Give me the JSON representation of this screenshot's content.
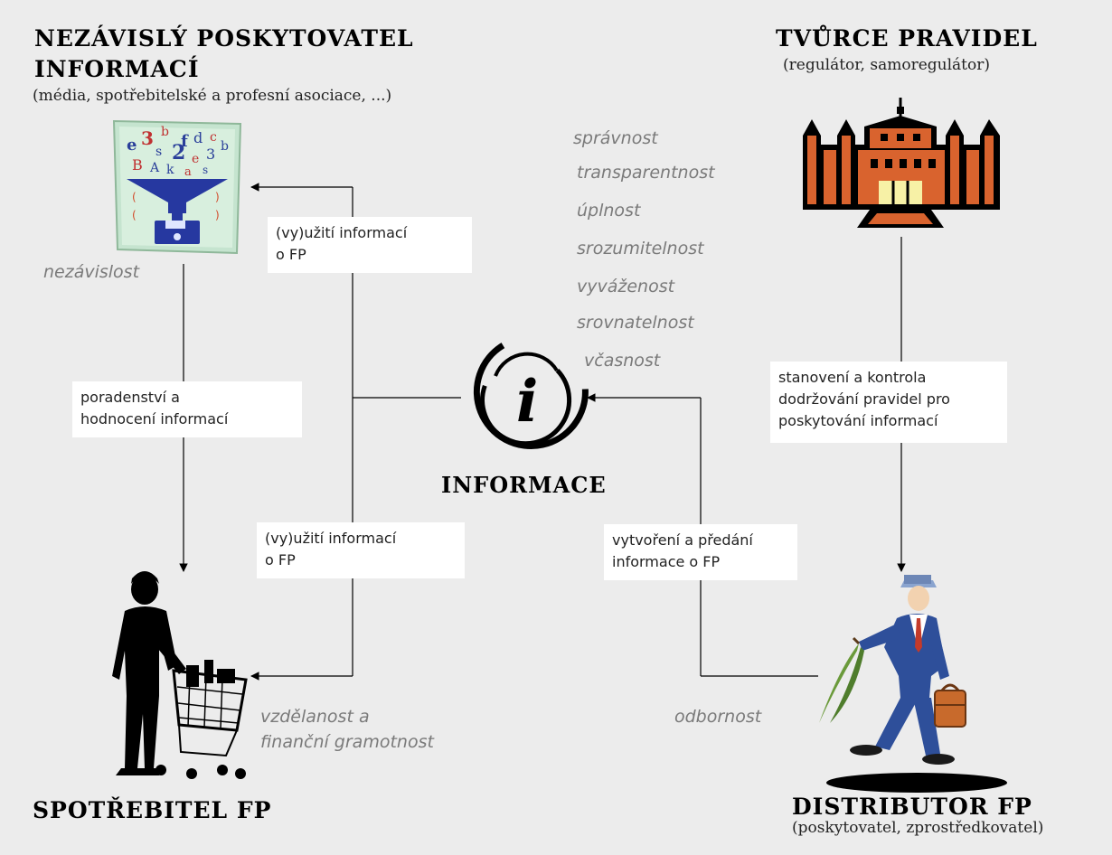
{
  "actors": {
    "independent": {
      "title_line1": "NEZÁVISLÝ POSKYTOVATEL",
      "title_line2": "INFORMACÍ",
      "subtitle": "(média, spotřebitelské a profesní asociace, ...)",
      "quality": "nezávislost"
    },
    "regulator": {
      "title": "TVŮRCE PRAVIDEL",
      "subtitle": "(regulátor, samoregulátor)"
    },
    "consumer": {
      "title": "SPOTŘEBITEL FP",
      "quality_line1": "vzdělanost a",
      "quality_line2": "finanční gramotnost"
    },
    "distributor": {
      "title": "DISTRIBUTOR FP",
      "subtitle": "(poskytovatel, zprostředkovatel)",
      "quality": "odbornost"
    }
  },
  "center": {
    "label": "INFORMACE",
    "icon_letter": "i",
    "qualities": [
      "správnost",
      "transparentnost",
      "úplnost",
      "srozumitelnost",
      "vyváženost",
      "srovnatelnost",
      "včasnost"
    ]
  },
  "boxes": {
    "use_top": {
      "line1": "(vy)užití informací",
      "line2": "o FP"
    },
    "advice": {
      "line1": "poradenství a",
      "line2": "hodnocení informací"
    },
    "use_bottom": {
      "line1": "(vy)užití informací",
      "line2": "o FP"
    },
    "create": {
      "line1": "vytvoření a předání",
      "line2": "informace o FP"
    },
    "rules": {
      "line1": "stanovení a kontrola",
      "line2": "dodržování pravidel pro",
      "line3": "poskytování informací"
    }
  },
  "icons": {
    "independent": "funnel-data-disk-icon",
    "regulator": "building-icon",
    "consumer": "shopper-with-cart-icon",
    "distributor": "businessman-with-briefcase-icon",
    "center": "information-icon"
  },
  "colors": {
    "background": "#ececec",
    "quality_text": "#7a7a7a",
    "building": "#d9632e"
  }
}
